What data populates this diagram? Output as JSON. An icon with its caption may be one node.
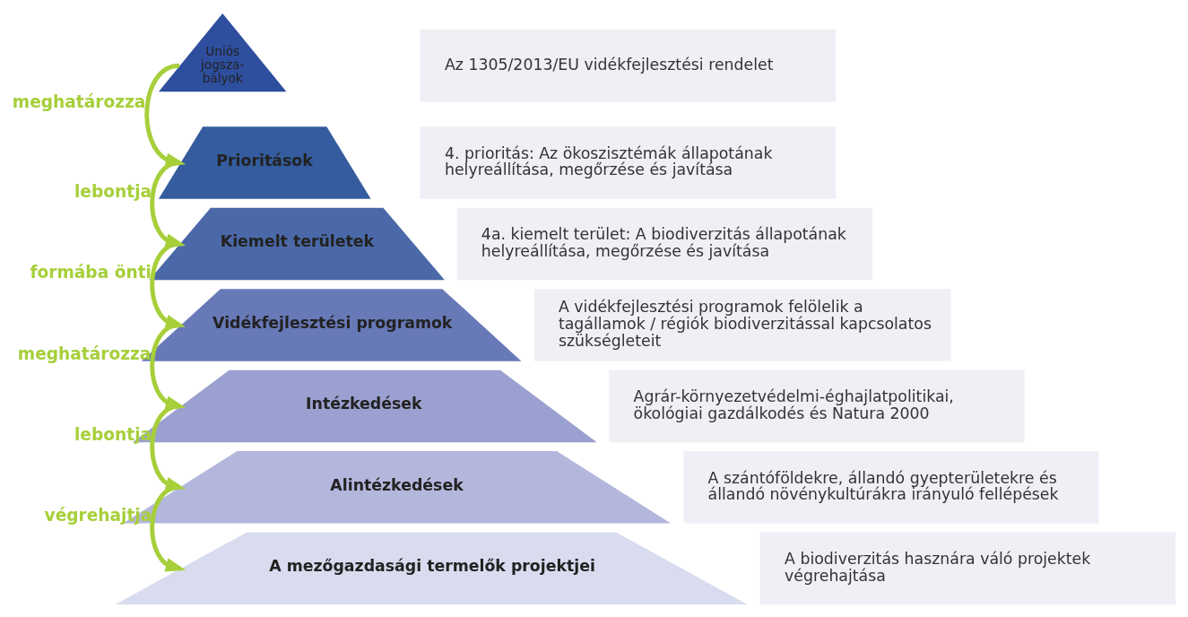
{
  "diagram": {
    "nodes": [
      {
        "text": [
          "Uniós jogsza- bályok"
        ]
      },
      {
        "text": [
          "Prioritások"
        ]
      },
      {
        "text": [
          "Kiemelt területek"
        ]
      },
      {
        "text": [
          "Vidékfejlesztési programok"
        ]
      },
      {
        "text": [
          "Intézkedések"
        ]
      },
      {
        "text": [
          "Alintézkedések"
        ]
      },
      {
        "text": [
          "A mezőgazdasági termelők projektjei"
        ]
      },
      {
        "text": [
          "Az 1305/2013/EU vidékfejlesztési rendelet"
        ]
      },
      {
        "text": [
          "4. prioritás: Az ökoszisztémák állapotának helyreállítása, megőrzése és javítása"
        ]
      },
      {
        "text": [
          "4a. kiemelt terület: A biodiverzitás állapotának helyreállítása, megőrzése és javítása"
        ]
      },
      {
        "text": [
          "A vidékfejlesztési programok felölelik a tagállamok / régiók biodiverzitással kapcsolatos szükségleteit"
        ]
      },
      {
        "text": [
          "Agrár-környezetvédelmi-éghajlatpolitikai, ökológiai gazdálkodés és Natura 2000"
        ]
      },
      {
        "text": [
          "A szántóföldekre, állandó gyepterületekre és állandó növénykultúrákra irányuló fellépések"
        ]
      },
      {
        "text": [
          "A biodiverzitás hasznára váló projektek végrehajtása"
        ]
      }
    ],
    "edges": [
      {
        "from": 0,
        "to": 1,
        "arrow": "to",
        "label": "meghatározza"
      },
      {
        "from": 1,
        "to": 2,
        "arrow": "to",
        "label": "lebontja"
      },
      {
        "from": 2,
        "to": 3,
        "arrow": "to",
        "label": "formába önti"
      },
      {
        "from": 3,
        "to": 4,
        "arrow": "to",
        "label": "meghatározza"
      },
      {
        "from": 4,
        "to": 5,
        "arrow": "to",
        "label": "lebontja"
      },
      {
        "from": 5,
        "to": 6,
        "arrow": "to",
        "label": "végrehajtja"
      }
    ]
  }
}
